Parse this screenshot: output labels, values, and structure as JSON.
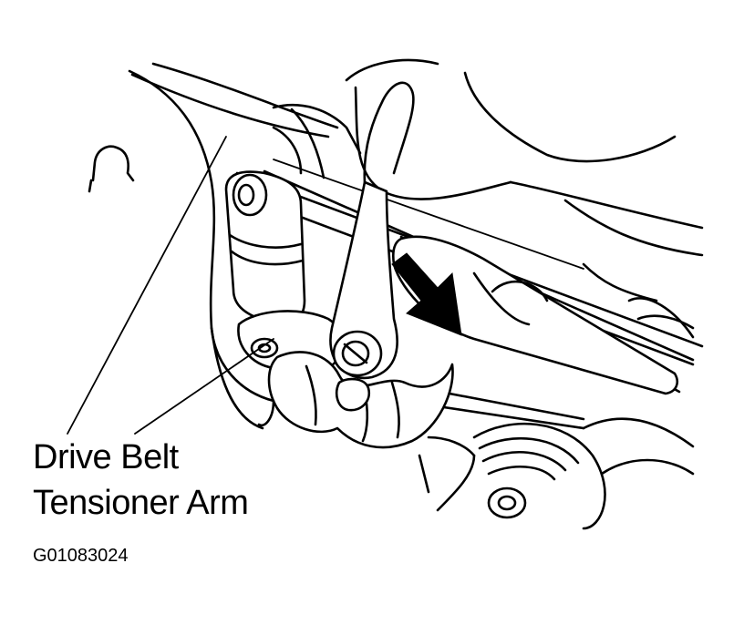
{
  "callout": {
    "line1": "Drive Belt",
    "line2": "Tensioner Arm"
  },
  "figure_id": "G01083024",
  "colors": {
    "ink": "#000000",
    "background": "#ffffff"
  }
}
